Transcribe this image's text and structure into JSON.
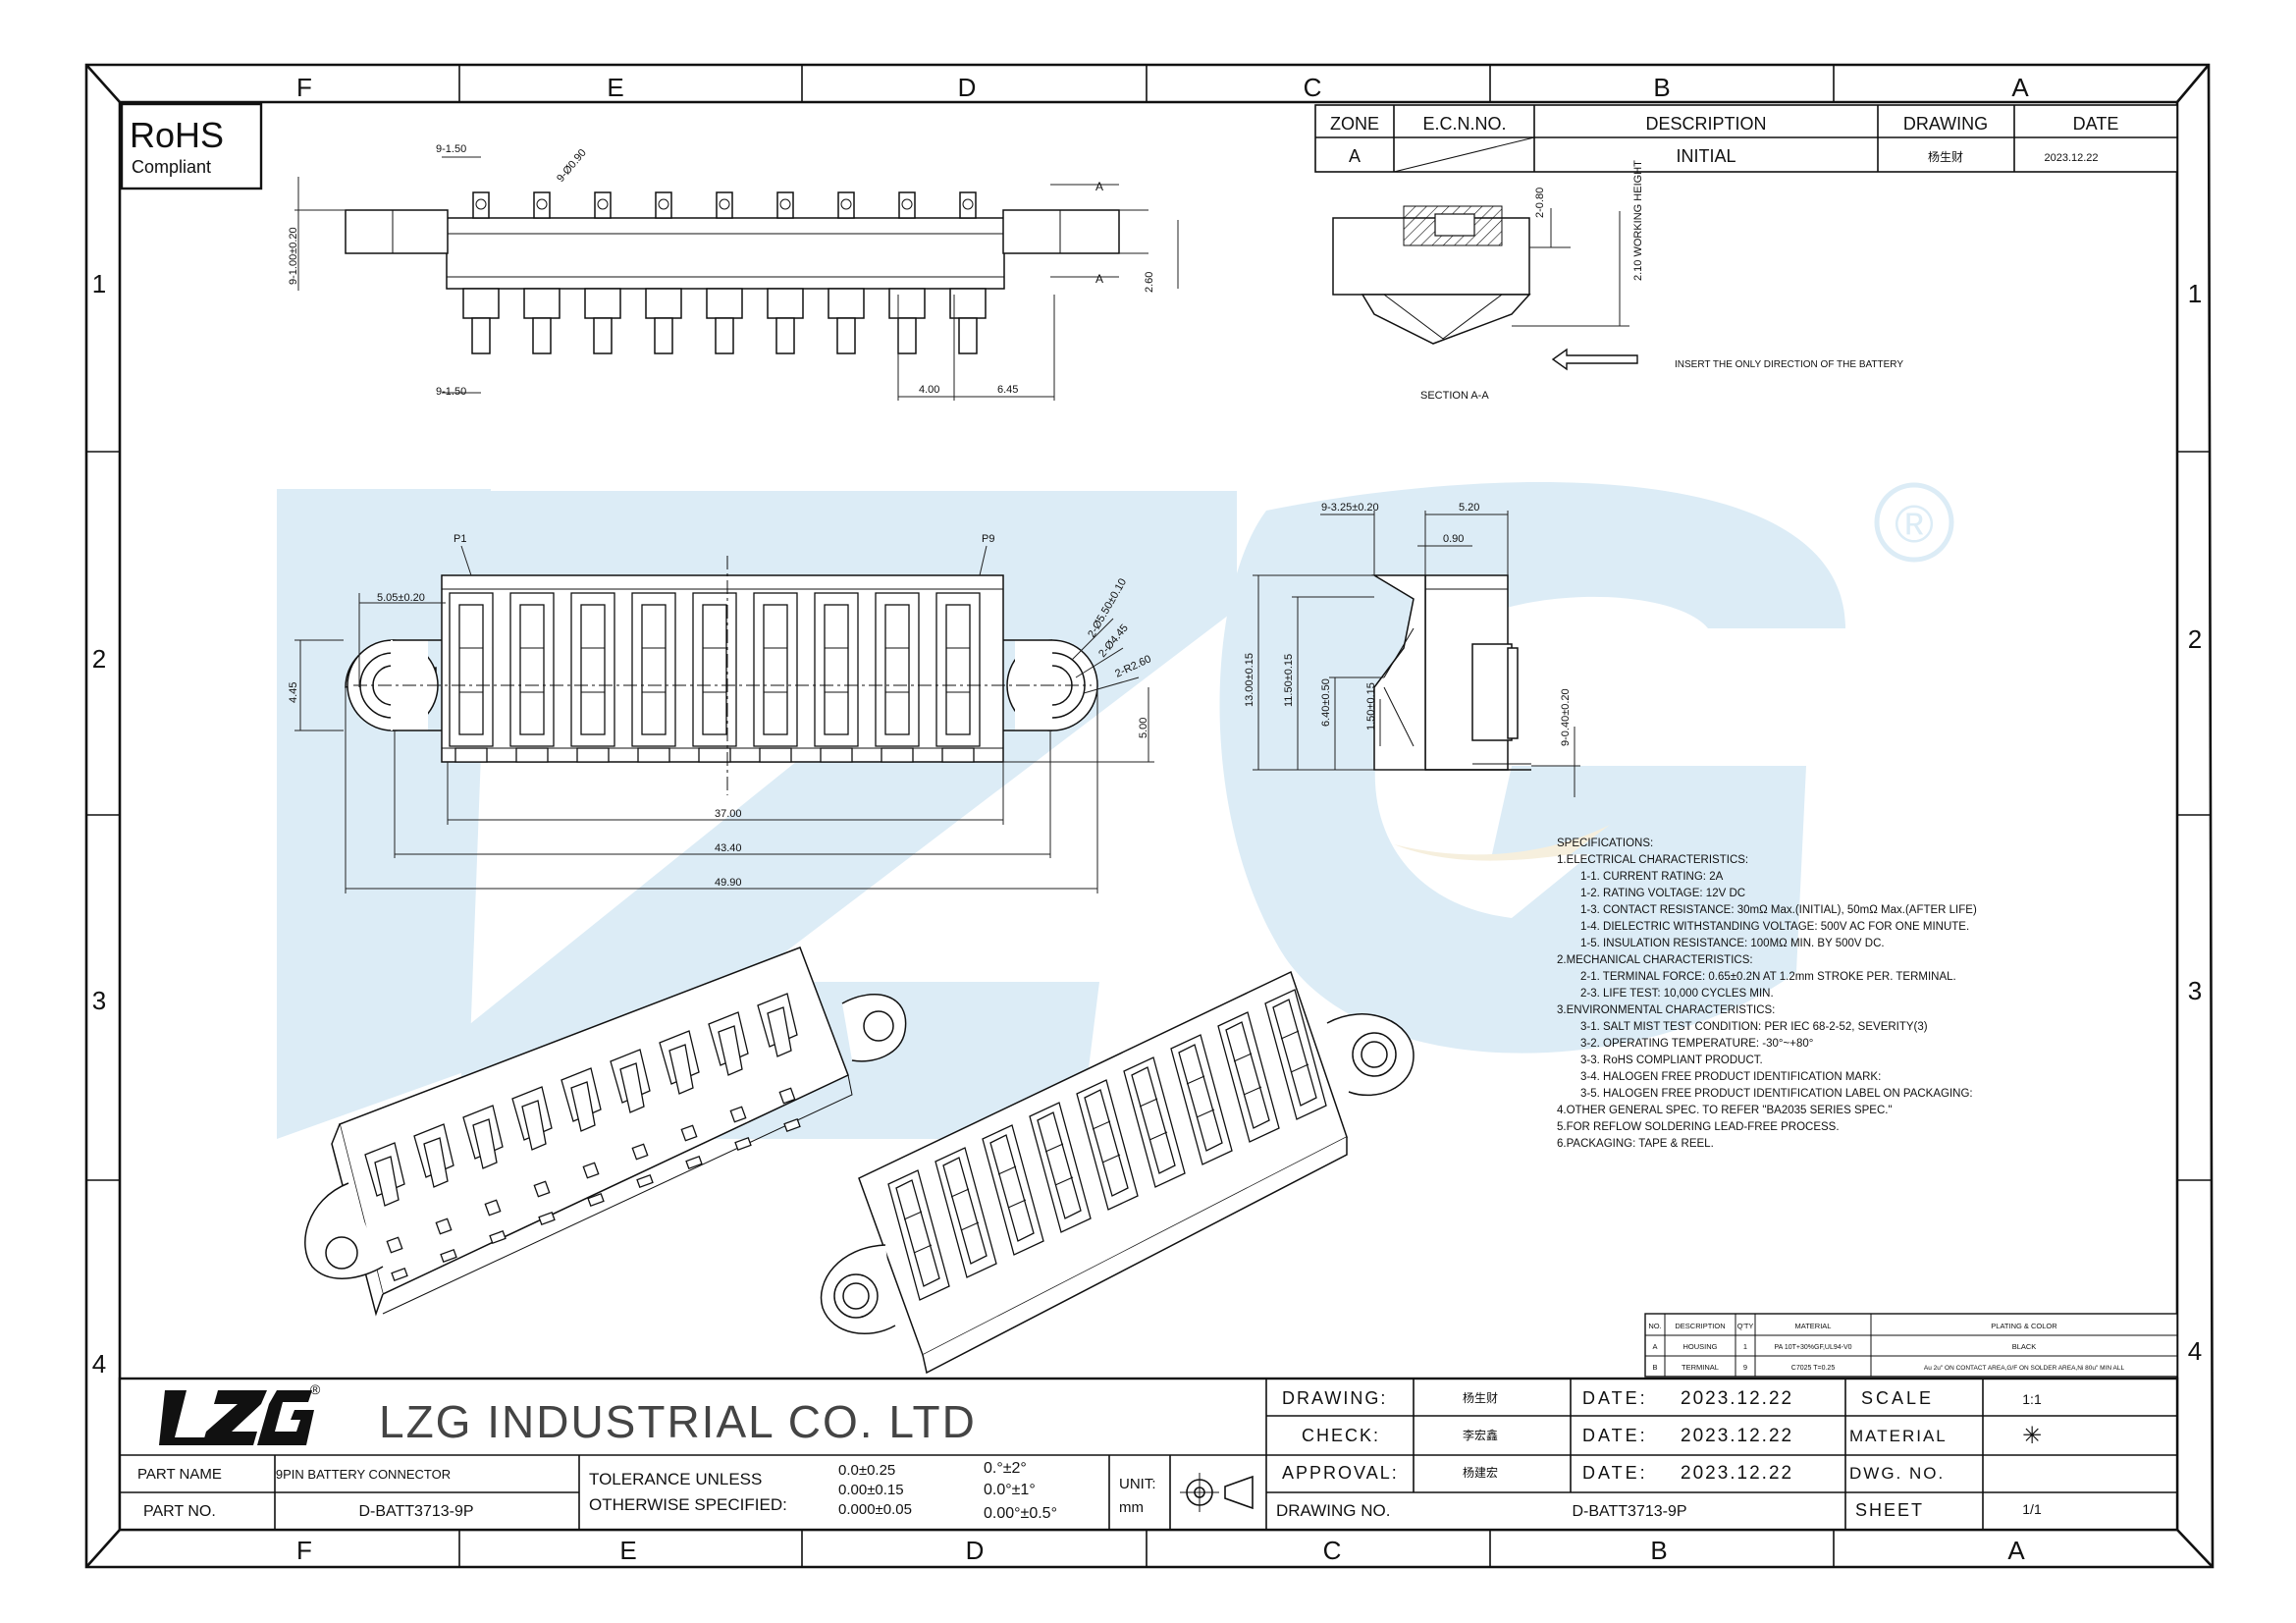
{
  "colors": {
    "line": "#111111",
    "watermark": "#dcecf6",
    "watermark_accent": "#f6efdd",
    "paper": "#ffffff"
  },
  "border": {
    "col_labels": [
      "F",
      "E",
      "D",
      "C",
      "B",
      "A"
    ],
    "row_labels_left": [
      "1",
      "2",
      "3",
      "4"
    ],
    "row_labels_right": [
      "1",
      "2",
      "3",
      "4"
    ]
  },
  "rohs": {
    "title": "RoHS",
    "subtitle": "Compliant"
  },
  "watermark": {
    "symbol": "®",
    "logo_text": "LZG"
  },
  "revision_table": {
    "headers": [
      "ZONE",
      "E.C.N.NO.",
      "DESCRIPTION",
      "DRAWING",
      "DATE"
    ],
    "row": [
      "A",
      "",
      "INITIAL",
      "杨生财",
      "2023.12.22"
    ]
  },
  "top_view": {
    "dims": [
      "9-1.50",
      "9-Ø0.90",
      "9-1.00±0.20",
      "2.60",
      "9-1.50",
      "4.00",
      "6.45"
    ],
    "section_marks": [
      "A",
      "A"
    ]
  },
  "section_view": {
    "dims": [
      "2-0.80",
      "2.10 WORKING HEIGHT"
    ],
    "arrow_note": "INSERT THE ONLY DIRECTION OF THE BATTERY",
    "label": "SECTION A-A"
  },
  "front_view": {
    "pin_labels": [
      "P1",
      "P9"
    ],
    "dims": [
      "5.05±0.20",
      "2-Ø5.50±0.10",
      "2-Ø4.45",
      "2-R2.60",
      "4.45",
      "5.00",
      "37.00",
      "43.40",
      "49.90"
    ]
  },
  "side_view": {
    "dims": [
      "9-3.25±0.20",
      "5.20",
      "0.90",
      "13.00±0.15",
      "11.50±0.15",
      "6.40±0.50",
      "1.50±0.15",
      "9-0.40±0.20"
    ]
  },
  "specifications": {
    "lines": [
      "SPECIFICATIONS:",
      "1.ELECTRICAL CHARACTERISTICS:",
      "1-1. CURRENT RATING: 2A",
      "1-2. RATING VOLTAGE: 12V DC",
      "1-3. CONTACT RESISTANCE: 30mΩ Max.(INITIAL), 50mΩ Max.(AFTER LIFE)",
      "1-4. DIELECTRIC WITHSTANDING VOLTAGE: 500V AC FOR ONE MINUTE.",
      "1-5. INSULATION RESISTANCE: 100MΩ MIN. BY 500V DC.",
      "2.MECHANICAL CHARACTERISTICS:",
      "2-1. TERMINAL FORCE: 0.65±0.2N AT 1.2mm STROKE PER. TERMINAL.",
      "2-3. LIFE TEST: 10,000 CYCLES MIN.",
      "3.ENVIRONMENTAL CHARACTERISTICS:",
      "3-1. SALT MIST TEST CONDITION: PER IEC 68-2-52, SEVERITY(3)",
      "3-2. OPERATING TEMPERATURE: -30°~+80°",
      "3-3. RoHS COMPLIANT PRODUCT.",
      "3-4. HALOGEN FREE PRODUCT IDENTIFICATION MARK:",
      "3-5. HALOGEN FREE PRODUCT IDENTIFICATION LABEL ON PACKAGING:",
      "4.OTHER GENERAL SPEC. TO REFER \"BA2035 SERIES SPEC.\"",
      "5.FOR REFLOW SOLDERING LEAD-FREE PROCESS.",
      "6.PACKAGING: TAPE & REEL."
    ]
  },
  "bom": {
    "headers": [
      "NO.",
      "DESCRIPTION",
      "Q'TY",
      "MATERIAL",
      "PLATING & COLOR"
    ],
    "rows": [
      [
        "A",
        "HOUSING",
        "1",
        "PA 10T+30%GF,UL94-V0",
        "BLACK"
      ],
      [
        "B",
        "TERMINAL",
        "9",
        "C7025 T=0.25",
        "Au 2u\" ON CONTACT AREA,G/F ON SOLDER AREA,Ni 80u\" MIN ALL"
      ]
    ]
  },
  "title_block": {
    "company": "LZG INDUSTRIAL CO. LTD",
    "logo": "LZG",
    "logo_mark": "®",
    "part_name_label": "PART NAME",
    "part_name": "9PIN BATTERY CONNECTOR",
    "part_no_label": "PART NO.",
    "part_no": "D-BATT3713-9P",
    "tolerance_label_1": "TOLERANCE UNLESS",
    "tolerance_label_2": "OTHERWISE SPECIFIED:",
    "tol_linear": [
      "0.0±0.25",
      "0.00±0.15",
      "0.000±0.05"
    ],
    "tol_angle": [
      "0.°±2°",
      "0.0°±1°",
      "0.00°±0.5°"
    ],
    "unit_label": "UNIT:",
    "unit": "mm",
    "drawing_label": "DRAWING:",
    "drawing_name": "杨生财",
    "check_label": "CHECK:",
    "check_name": "李宏鑫",
    "approval_label": "APPROVAL:",
    "approval_name": "杨建宏",
    "drawing_no_label": "DRAWING NO.",
    "drawing_no": "D-BATT3713-9P",
    "date_label": "DATE:",
    "date_1": "2023.12.22",
    "date_2": "2023.12.22",
    "date_3": "2023.12.22",
    "scale_label": "SCALE",
    "scale": "1:1",
    "material_label": "MATERIAL",
    "material": "✳",
    "dwg_no_label": "DWG. NO.",
    "sheet_label": "SHEET",
    "sheet": "1/1"
  }
}
